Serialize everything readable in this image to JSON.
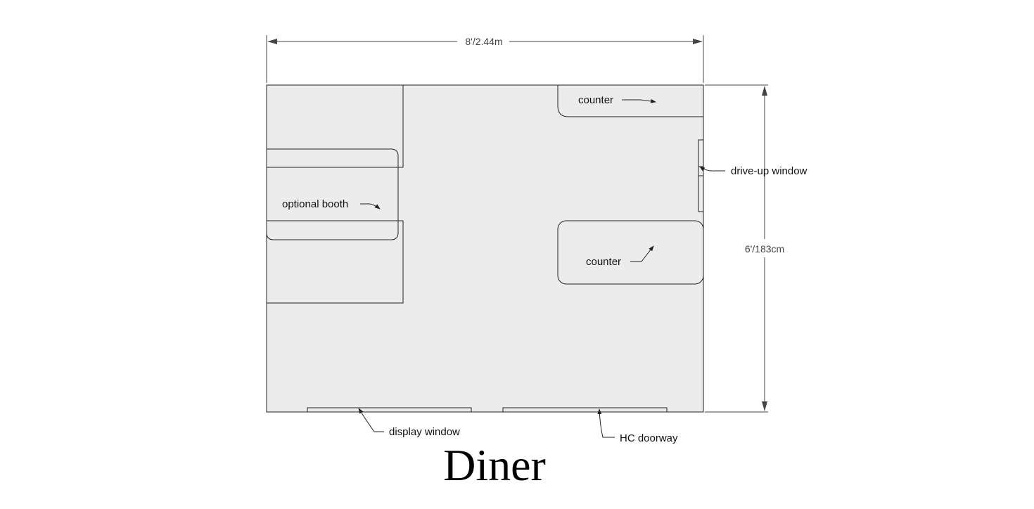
{
  "title": "Diner",
  "dimensions": {
    "width": "8'/2.44m",
    "height": "6'/183cm"
  },
  "labels": {
    "counter_top": "counter",
    "counter_right": "counter",
    "drive_up_window": "drive-up window",
    "optional_booth": "optional booth",
    "display_window": "display window",
    "hc_doorway": "HC doorway"
  }
}
